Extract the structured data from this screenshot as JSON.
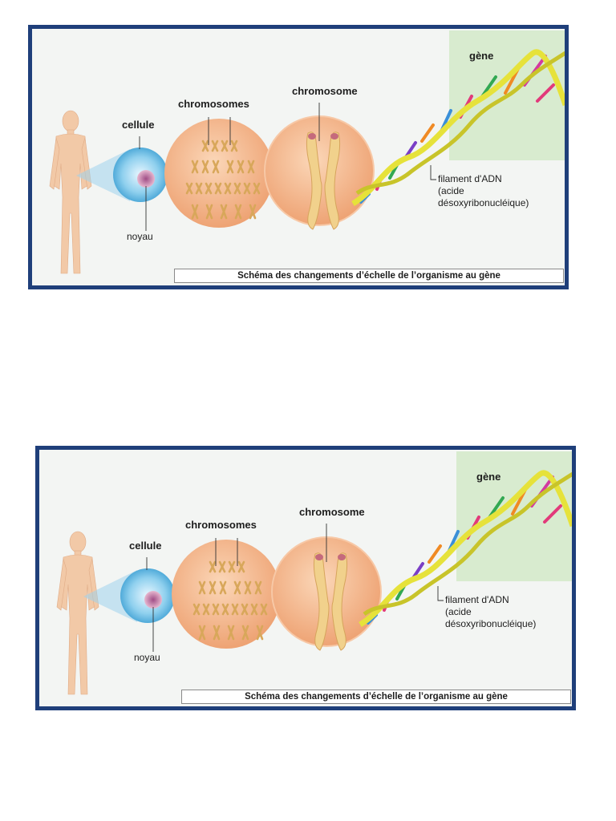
{
  "labels": {
    "cellule": "cellule",
    "noyau": "noyau",
    "chromosomes": "chromosomes",
    "chromosome": "chromosome",
    "gene": "gène",
    "dna_line1": "filament d'ADN",
    "dna_line2": "(acide",
    "dna_line3": "désoxyribonucléique)"
  },
  "caption": "Schéma des changements d’échelle de l’organisme au gène",
  "colors": {
    "frame": "#1f3f7a",
    "gene_box": "#d8ebcf",
    "circle_fill": "#f4b98f",
    "chromosome_fill": "#f1d18c",
    "cell_blue": "#7cc7ea",
    "nucleus": "#c07ca8",
    "dna_backbone": "#e6e23a"
  },
  "icons": [
    "human-figure-icon",
    "cell-icon",
    "chromosome-icon",
    "dna-helix-icon"
  ]
}
